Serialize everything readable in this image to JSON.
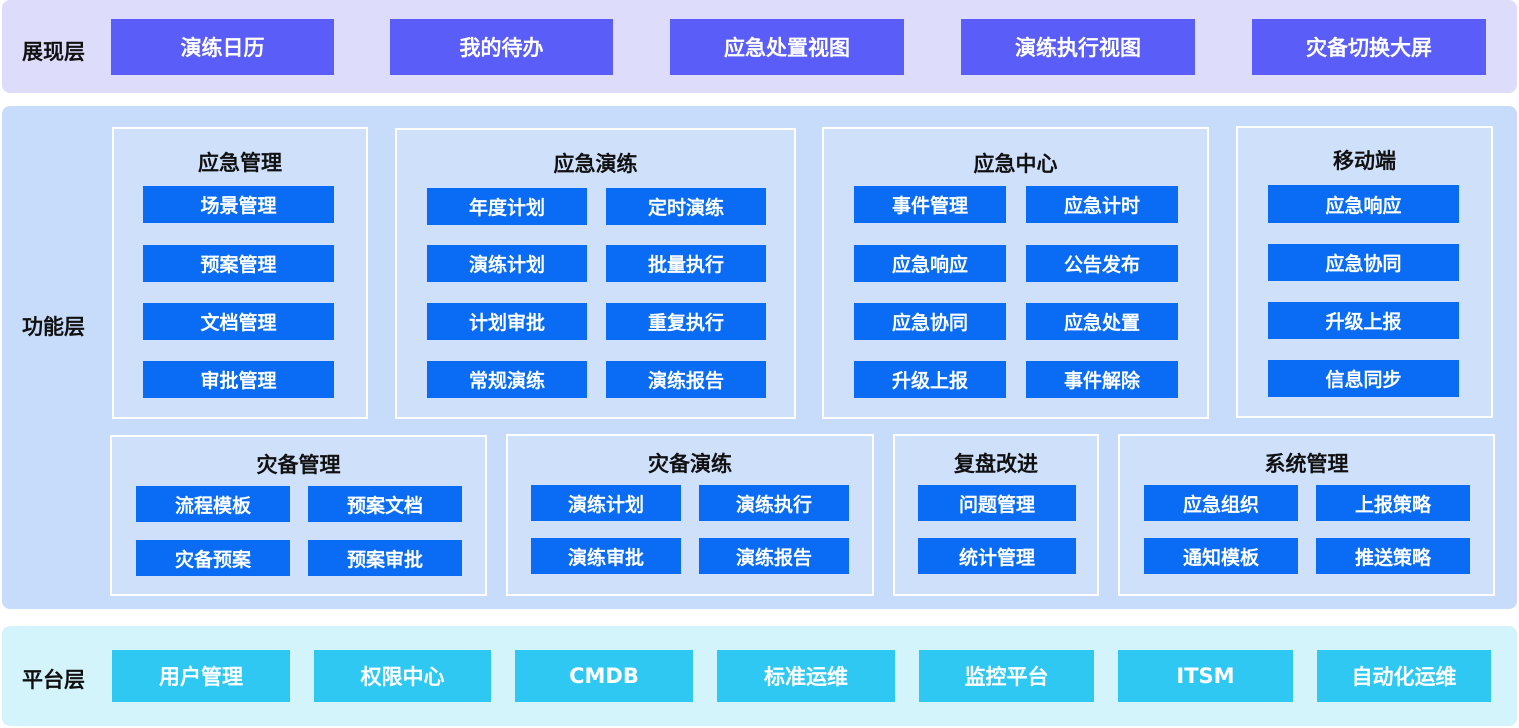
{
  "colors": {
    "presentation_bg": "#dedcfb",
    "presentation_button": "#5a5df7",
    "function_bg": "#c7dcfa",
    "function_button": "#0a6cf5",
    "platform_bg": "#d3f4fb",
    "platform_button": "#2ec8f3"
  },
  "presentation": {
    "label": "展现层",
    "items": [
      "演练日历",
      "我的待办",
      "应急处置视图",
      "演练执行视图",
      "灾备切换大屏"
    ]
  },
  "function": {
    "label": "功能层",
    "modules": [
      {
        "title": "应急管理",
        "items": [
          "场景管理",
          "预案管理",
          "文档管理",
          "审批管理"
        ]
      },
      {
        "title": "应急演练",
        "items": [
          "年度计划",
          "定时演练",
          "演练计划",
          "批量执行",
          "计划审批",
          "重复执行",
          "常规演练",
          "演练报告"
        ]
      },
      {
        "title": "应急中心",
        "items": [
          "事件管理",
          "应急计时",
          "应急响应",
          "公告发布",
          "应急协同",
          "应急处置",
          "升级上报",
          "事件解除"
        ]
      },
      {
        "title": "移动端",
        "items": [
          "应急响应",
          "应急协同",
          "升级上报",
          "信息同步"
        ]
      },
      {
        "title": "灾备管理",
        "items": [
          "流程模板",
          "预案文档",
          "灾备预案",
          "预案审批"
        ]
      },
      {
        "title": "灾备演练",
        "items": [
          "演练计划",
          "演练执行",
          "演练审批",
          "演练报告"
        ]
      },
      {
        "title": "复盘改进",
        "items": [
          "问题管理",
          "统计管理"
        ]
      },
      {
        "title": "系统管理",
        "items": [
          "应急组织",
          "上报策略",
          "通知模板",
          "推送策略"
        ]
      }
    ]
  },
  "platform": {
    "label": "平台层",
    "items": [
      "用户管理",
      "权限中心",
      "CMDB",
      "标准运维",
      "监控平台",
      "ITSM",
      "自动化运维"
    ]
  }
}
